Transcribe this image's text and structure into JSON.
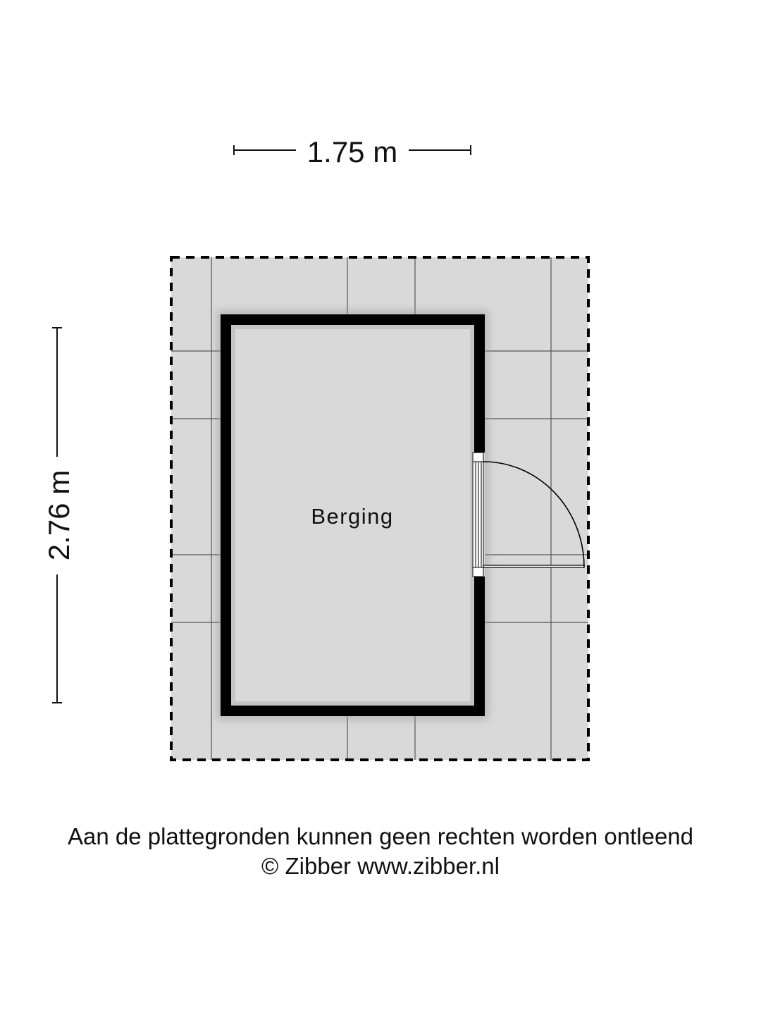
{
  "dimensions": {
    "width_label": "1.75 m",
    "height_label": "2.76 m"
  },
  "rooms": [
    {
      "name": "Berging"
    }
  ],
  "footer": {
    "disclaimer": "Aan de plattegronden kunnen geen rechten worden ontleend",
    "copyright": "© Zibber www.zibber.nl"
  },
  "colors": {
    "floor": "#d9d9d9",
    "wall": "#000000",
    "grid_line": "#555555",
    "background": "#ffffff"
  }
}
